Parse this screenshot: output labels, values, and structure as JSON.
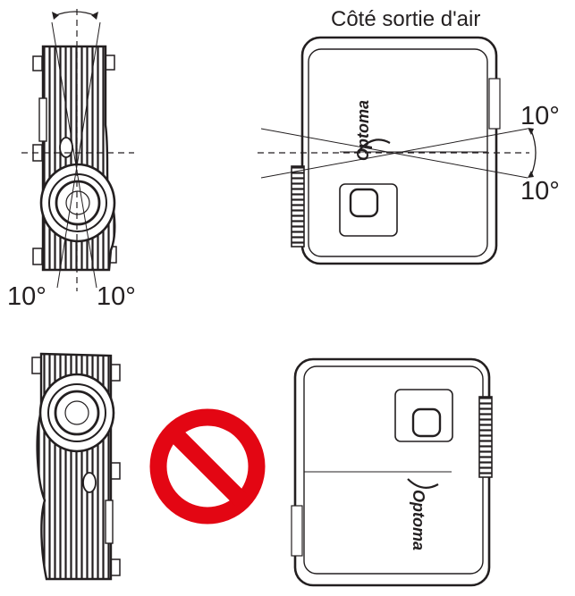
{
  "labels": {
    "air_outlet_side": "Côté sortie d'air",
    "tilt_left": "10°",
    "tilt_right": "10°",
    "tilt_up": "10°",
    "tilt_down": "10°"
  },
  "brand": {
    "top_view": "Optoma",
    "bottom_view": "Optoma"
  },
  "colors": {
    "line": "#231f20",
    "prohibited": "#e30613",
    "background": "#ffffff"
  },
  "icons": {
    "prohibited": "prohibited-sign-icon"
  }
}
